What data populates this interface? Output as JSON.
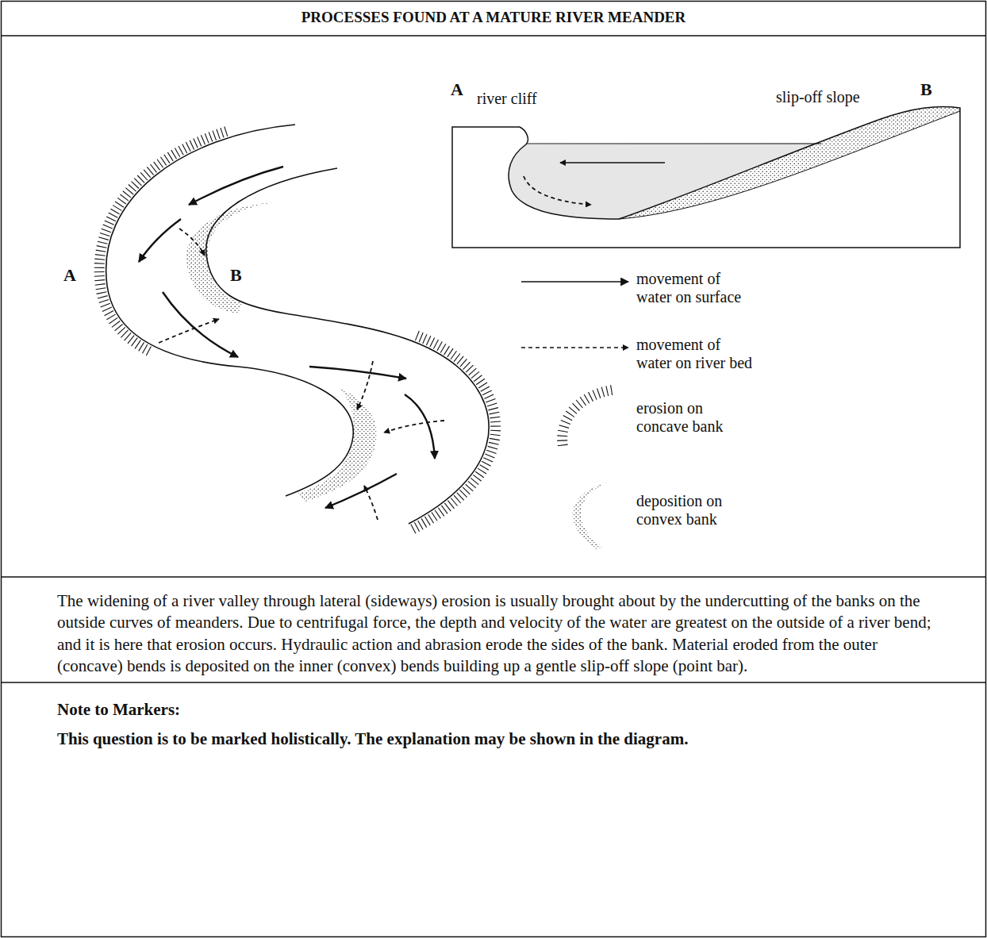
{
  "diagram": {
    "title": "PROCESSES FOUND AT A MATURE RIVER MEANDER",
    "labels": [
      "A",
      "river cliff",
      "slip-off slope",
      "B",
      "A",
      "B",
      "The widening of a river valley through lateral (sideways) erosion is usually brought about by the undercutting of the banks on the outside curves of meanders. Due to centrifugal force, the depth and velocity of the water are greatest on the outside of a river bend; and it is here that erosion occurs. Hydraulic action and abrasion erode the sides of the bank. Material eroded from the outer (concave) bends is deposited on the inner (convex) bends building up a gentle slip-off slope (point bar).",
      "Note to Markers:",
      "This question is to be marked holistically. The explanation may be shown in the diagram."
    ],
    "legend": [
      {
        "text": "movement of water on surface"
      },
      {
        "text": "movement of water on river bed"
      },
      {
        "text": "erosion on concave bank"
      },
      {
        "text": "deposition on convex bank"
      }
    ]
  }
}
